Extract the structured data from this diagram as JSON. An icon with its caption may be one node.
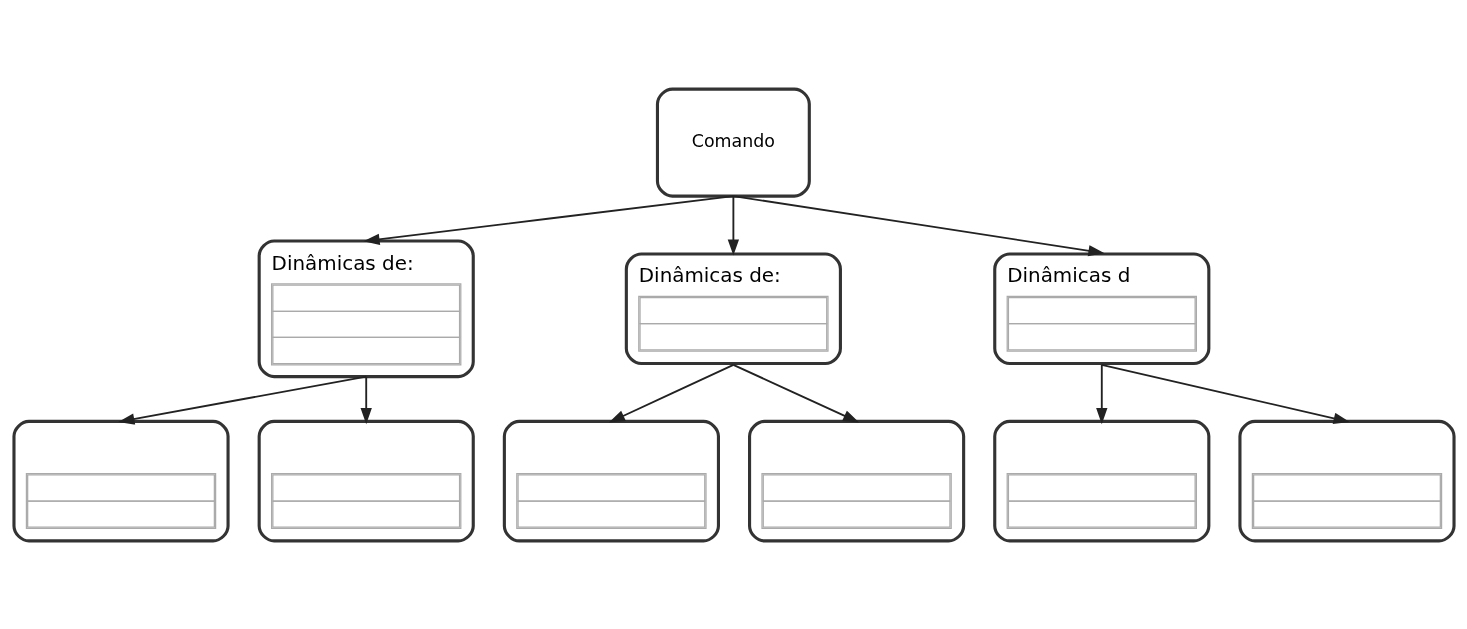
{
  "diagram": {
    "nodes": [
      {
        "text": [
          "Comando"
        ]
      },
      {
        "text": [
          "Dinâmicas de:"
        ]
      },
      {
        "text": [
          "Dinâmicas de:"
        ]
      },
      {
        "text": [
          "Dinâmicas d"
        ]
      },
      {
        "text": [],
        "shape": "box"
      },
      {
        "text": [],
        "shape": "box"
      },
      {
        "text": [],
        "shape": "box"
      },
      {
        "text": [],
        "shape": "box"
      },
      {
        "text": [],
        "shape": "box"
      },
      {
        "text": [],
        "shape": "box"
      }
    ],
    "edges": [
      {
        "from": 0,
        "to": 1,
        "arrow": "to"
      },
      {
        "from": 0,
        "to": 2,
        "arrow": "to"
      },
      {
        "from": 0,
        "to": 3,
        "arrow": "to"
      },
      {
        "from": 1,
        "to": 4,
        "arrow": "to"
      },
      {
        "from": 1,
        "to": 5,
        "arrow": "to"
      },
      {
        "from": 2,
        "to": 6,
        "arrow": "to"
      },
      {
        "from": 2,
        "to": 7,
        "arrow": "to"
      },
      {
        "from": 3,
        "to": 8,
        "arrow": "to"
      },
      {
        "from": 3,
        "to": 9,
        "arrow": "to"
      }
    ]
  }
}
